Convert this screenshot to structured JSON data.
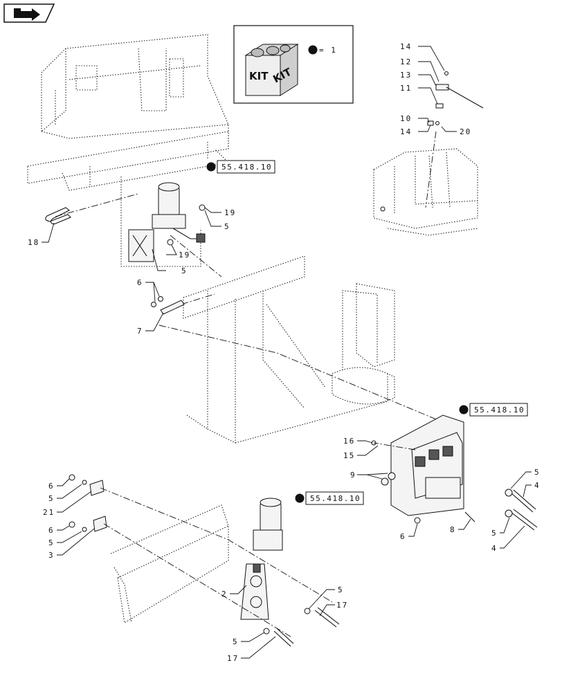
{
  "nav": {
    "icon": "next-page-arrow-icon"
  },
  "kit_box": {
    "symbol_text": "= 1",
    "kit_left": "KIT",
    "kit_right": "KIT"
  },
  "references": [
    "55.418.10",
    "55.418.10",
    "55.418.10"
  ],
  "callouts": {
    "c14a": "14",
    "c12": "12",
    "c13": "13",
    "c11": "11",
    "c10": "10",
    "c14b": "14",
    "c20": "20",
    "c18": "18",
    "c19a": "19",
    "c5a": "5",
    "c19b": "19",
    "c5b": "5",
    "c6a": "6",
    "c7": "7",
    "c16": "16",
    "c15": "15",
    "c9": "9",
    "c6b": "6",
    "c8": "8",
    "c5c": "5",
    "c4a": "4",
    "c5d": "5",
    "c4b": "4",
    "c6c": "6",
    "c5e": "5",
    "c21": "21",
    "c6d": "6",
    "c5f": "5",
    "c3": "3",
    "c2": "2",
    "c5g": "5",
    "c17a": "17",
    "c5h": "5",
    "c17b": "17"
  }
}
